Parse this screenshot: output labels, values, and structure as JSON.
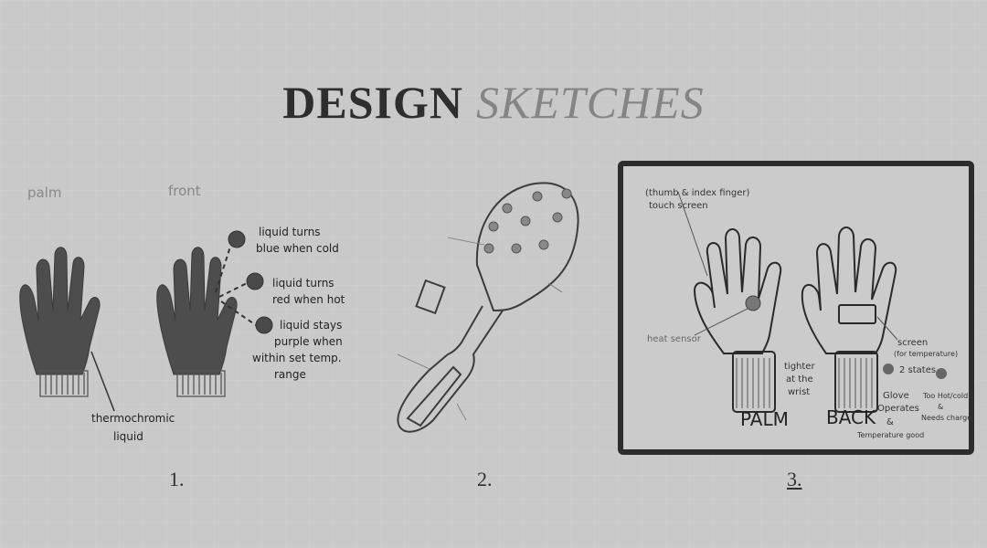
{
  "title": {
    "word1": "DESIGN",
    "word2": "SKETCHES"
  },
  "sketch1": {
    "label_palm": "palm",
    "label_front": "front",
    "note_blue_1": "liquid turns",
    "note_blue_2": "blue when cold",
    "note_red_1": "liquid turns",
    "note_red_2": "red when hot",
    "note_purple_1": "liquid stays",
    "note_purple_2": "purple when",
    "note_purple_3": "within set temp.",
    "note_purple_4": "range",
    "thermo_1": "thermochromic",
    "thermo_2": "liquid"
  },
  "sketch3": {
    "touch_1": "(thumb & index finger)",
    "touch_2": "touch screen",
    "heat_sensor": "heat sensor",
    "tighter_1": "tighter",
    "tighter_2": "at the",
    "tighter_3": "wrist",
    "screen_1": "screen",
    "screen_2": "(for temperature)",
    "two_states": "2 states",
    "green_1": "Glove",
    "green_2": "Operates",
    "green_3": "&",
    "green_4": "Temperature good",
    "orange_1": "Too Hot/cold",
    "orange_2": "&",
    "orange_3": "Needs charge",
    "label_palm": "PALM",
    "label_back": "BACK"
  },
  "numbers": {
    "n1": "1.",
    "n2": "2.",
    "n3": "3."
  }
}
